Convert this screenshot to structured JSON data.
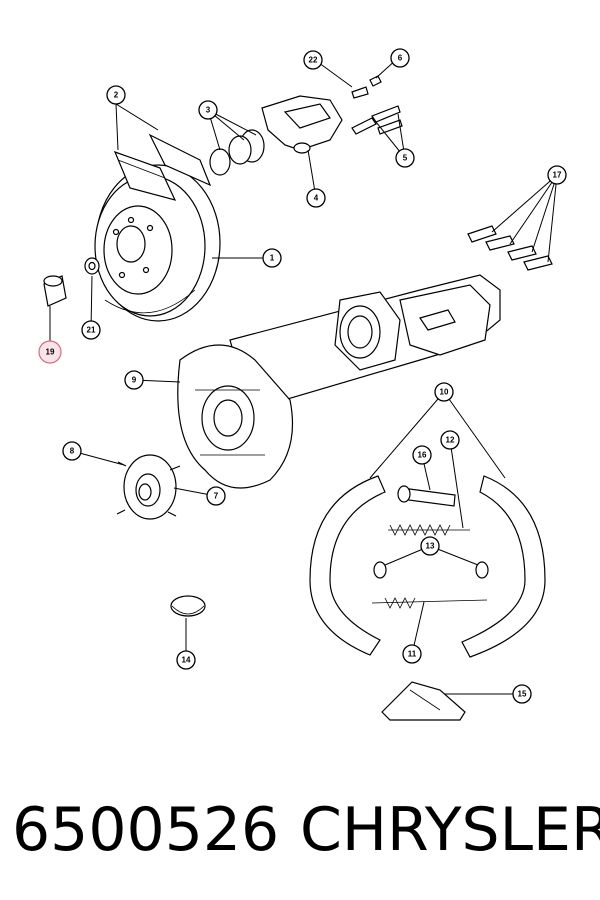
{
  "diagram": {
    "callouts": {
      "c1": "1",
      "c2": "2",
      "c3": "3",
      "c4": "4",
      "c5": "5",
      "c6": "6",
      "c7": "7",
      "c8": "8",
      "c9": "9",
      "c10": "10",
      "c11": "11",
      "c12": "12",
      "c13": "13",
      "c14": "14",
      "c15": "15",
      "c16": "16",
      "c17": "17",
      "c19": "19",
      "c21": "21",
      "c22": "22"
    },
    "highlighted_callout": "19",
    "highlight_color": "#fbe3ea",
    "highlight_stroke": "#d46a85"
  },
  "caption": {
    "part_number": "6500526",
    "brand": "CHRYSLER"
  }
}
